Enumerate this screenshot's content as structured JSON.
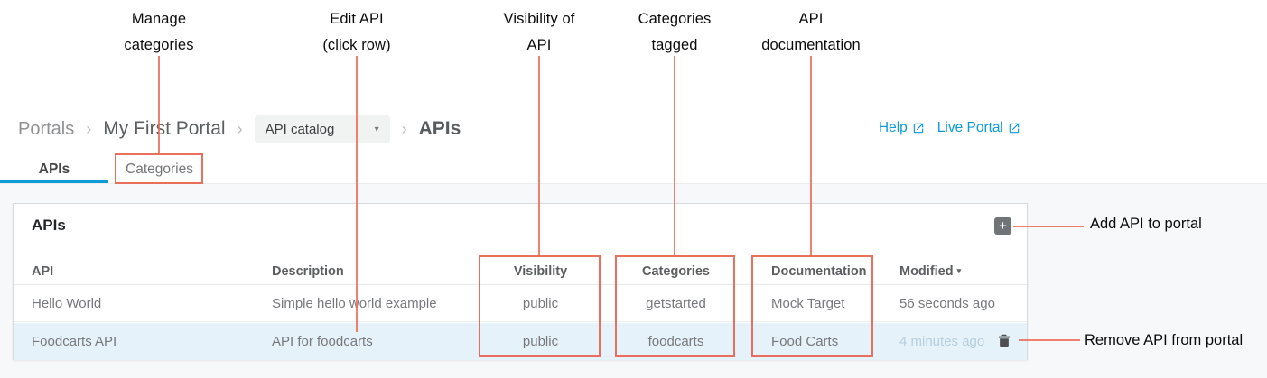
{
  "annotations": {
    "manage_categories": {
      "line1": "Manage",
      "line2": "categories"
    },
    "edit_api": {
      "line1": "Edit API",
      "line2": "(click row)"
    },
    "visibility_of_api": {
      "line1": "Visibility of",
      "line2": "API"
    },
    "categories_tagged": {
      "line1": "Categories",
      "line2": "tagged"
    },
    "api_documentation": {
      "line1": "API",
      "line2": "documentation"
    },
    "add_api": "Add API to portal",
    "remove_api": "Remove API from portal"
  },
  "breadcrumb": {
    "portals": "Portals",
    "separator": "›",
    "portal_name": "My First Portal",
    "dropdown_value": "API catalog",
    "dropdown_caret": "▾",
    "current": "APIs"
  },
  "header_links": {
    "help": "Help",
    "live_portal": "Live Portal"
  },
  "tabs": [
    {
      "label": "APIs",
      "active": true
    },
    {
      "label": "Categories",
      "active": false
    }
  ],
  "panel": {
    "title": "APIs",
    "add_button": "+"
  },
  "table": {
    "columns": [
      "API",
      "Description",
      "Visibility",
      "Categories",
      "Documentation",
      "Modified"
    ],
    "sort_indicator": "▾",
    "rows": [
      {
        "api": "Hello World",
        "description": "Simple hello world example",
        "visibility": "public",
        "categories": "getstarted",
        "documentation": "Mock Target",
        "modified": "56 seconds ago"
      },
      {
        "api": "Foodcarts API",
        "description": "API for foodcarts",
        "visibility": "public",
        "categories": "foodcarts",
        "documentation": "Food Carts",
        "modified": "4 minutes ago"
      }
    ]
  },
  "colors": {
    "accent_blue": "#0e9bd8",
    "annotation_red": "#e8604c",
    "row_highlight": "#e5f2f9",
    "add_button_gray": "#717476"
  }
}
